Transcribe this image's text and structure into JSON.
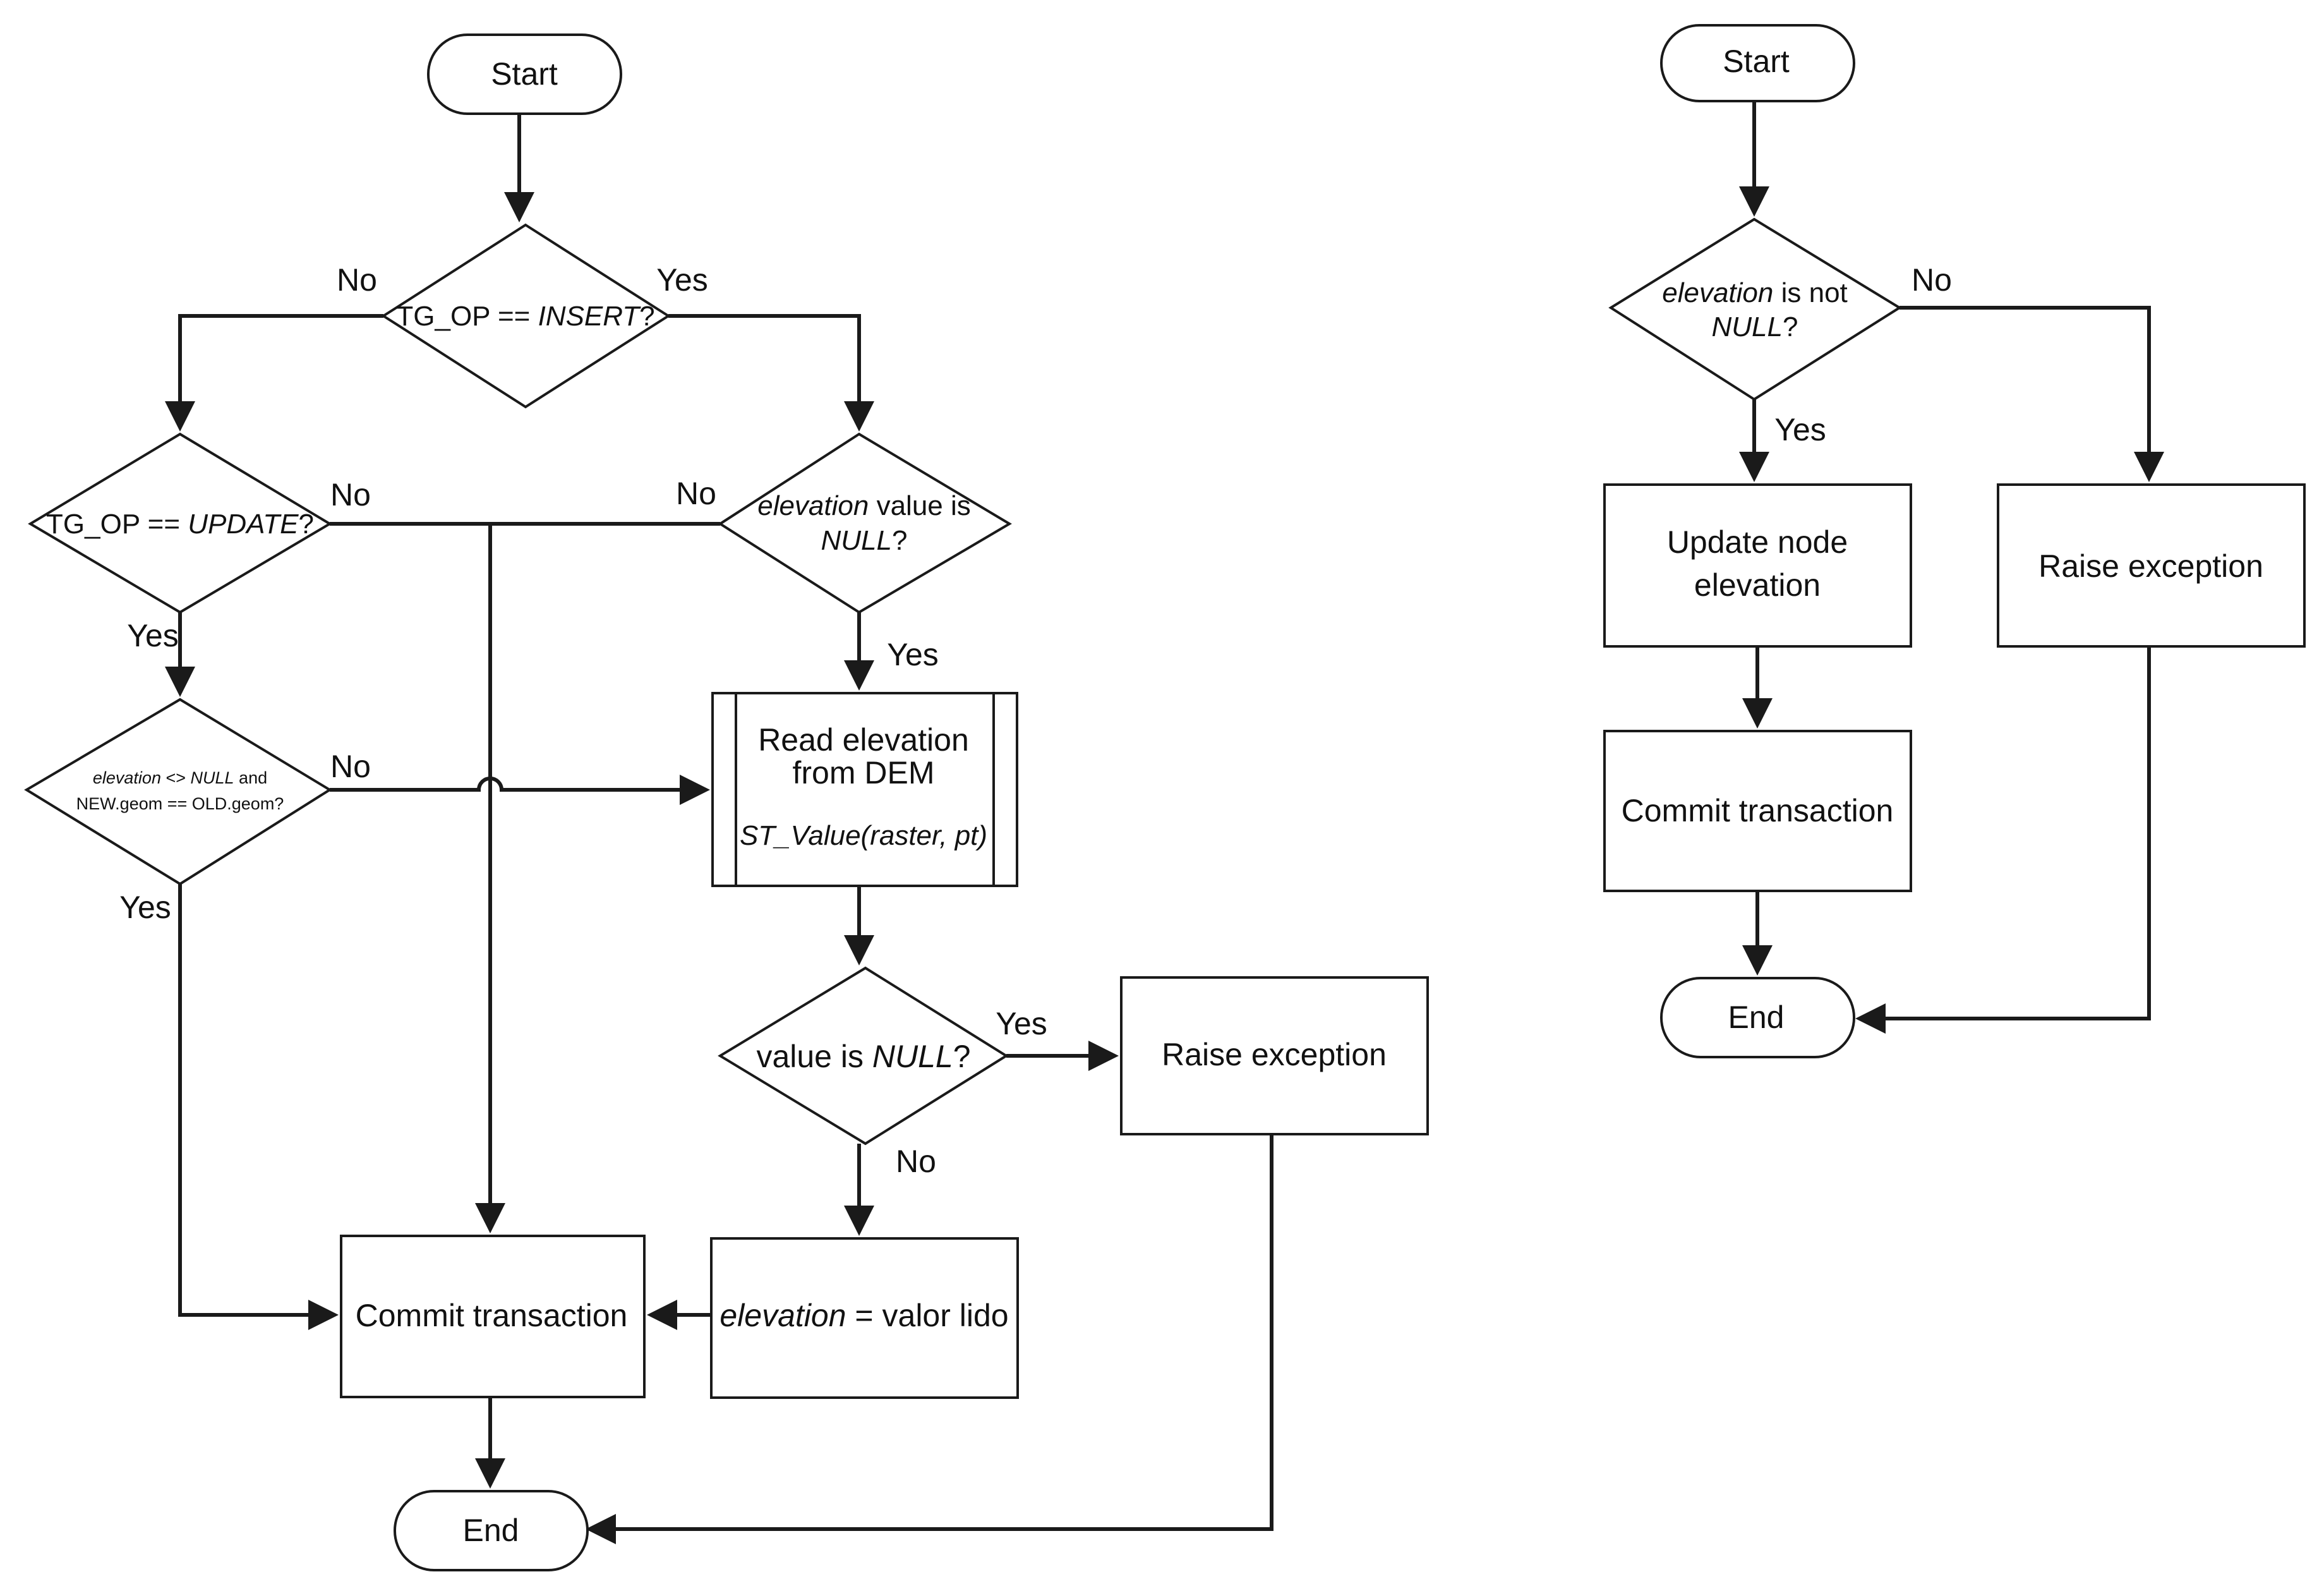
{
  "left": {
    "start": "Start",
    "d_insert": {
      "a": "TG_OP == ",
      "b": "INSERT",
      "c": "?"
    },
    "d_update": {
      "a": "TG_OP == ",
      "b": "UPDATE",
      "c": "?"
    },
    "d_valnull": {
      "a": "elevation",
      "b": " value is",
      "c": "NULL",
      "d": "?"
    },
    "d_geom": {
      "a": "elevation",
      "b": " <> ",
      "c": "NULL",
      "d": " and",
      "e": "NEW.geom == OLD.geom?"
    },
    "read": {
      "l1": "Read elevation",
      "l2": "from DEM",
      "fn": "ST_Value(raster, pt)"
    },
    "d_isnull": {
      "a": "value is ",
      "b": "NULL",
      "c": "?"
    },
    "raise": "Raise exception",
    "assign": {
      "a": "elevation",
      "b": " = valor lido"
    },
    "commit": "Commit transaction",
    "end": "End",
    "labels": {
      "no_insert": "No",
      "yes_insert": "Yes",
      "no_update": "No",
      "no_valnull": "No",
      "yes_update": "Yes",
      "yes_valnull": "Yes",
      "no_geom": "No",
      "yes_geom": "Yes",
      "yes_isnull": "Yes",
      "no_isnull": "No"
    }
  },
  "right": {
    "start": "Start",
    "d_notnull": {
      "a": "elevation",
      "b": " is not",
      "c": "NULL",
      "d": "?"
    },
    "update": {
      "l1": "Update node",
      "l2": "elevation"
    },
    "raise": "Raise exception",
    "commit": "Commit transaction",
    "end": "End",
    "labels": {
      "no": "No",
      "yes": "Yes"
    }
  }
}
